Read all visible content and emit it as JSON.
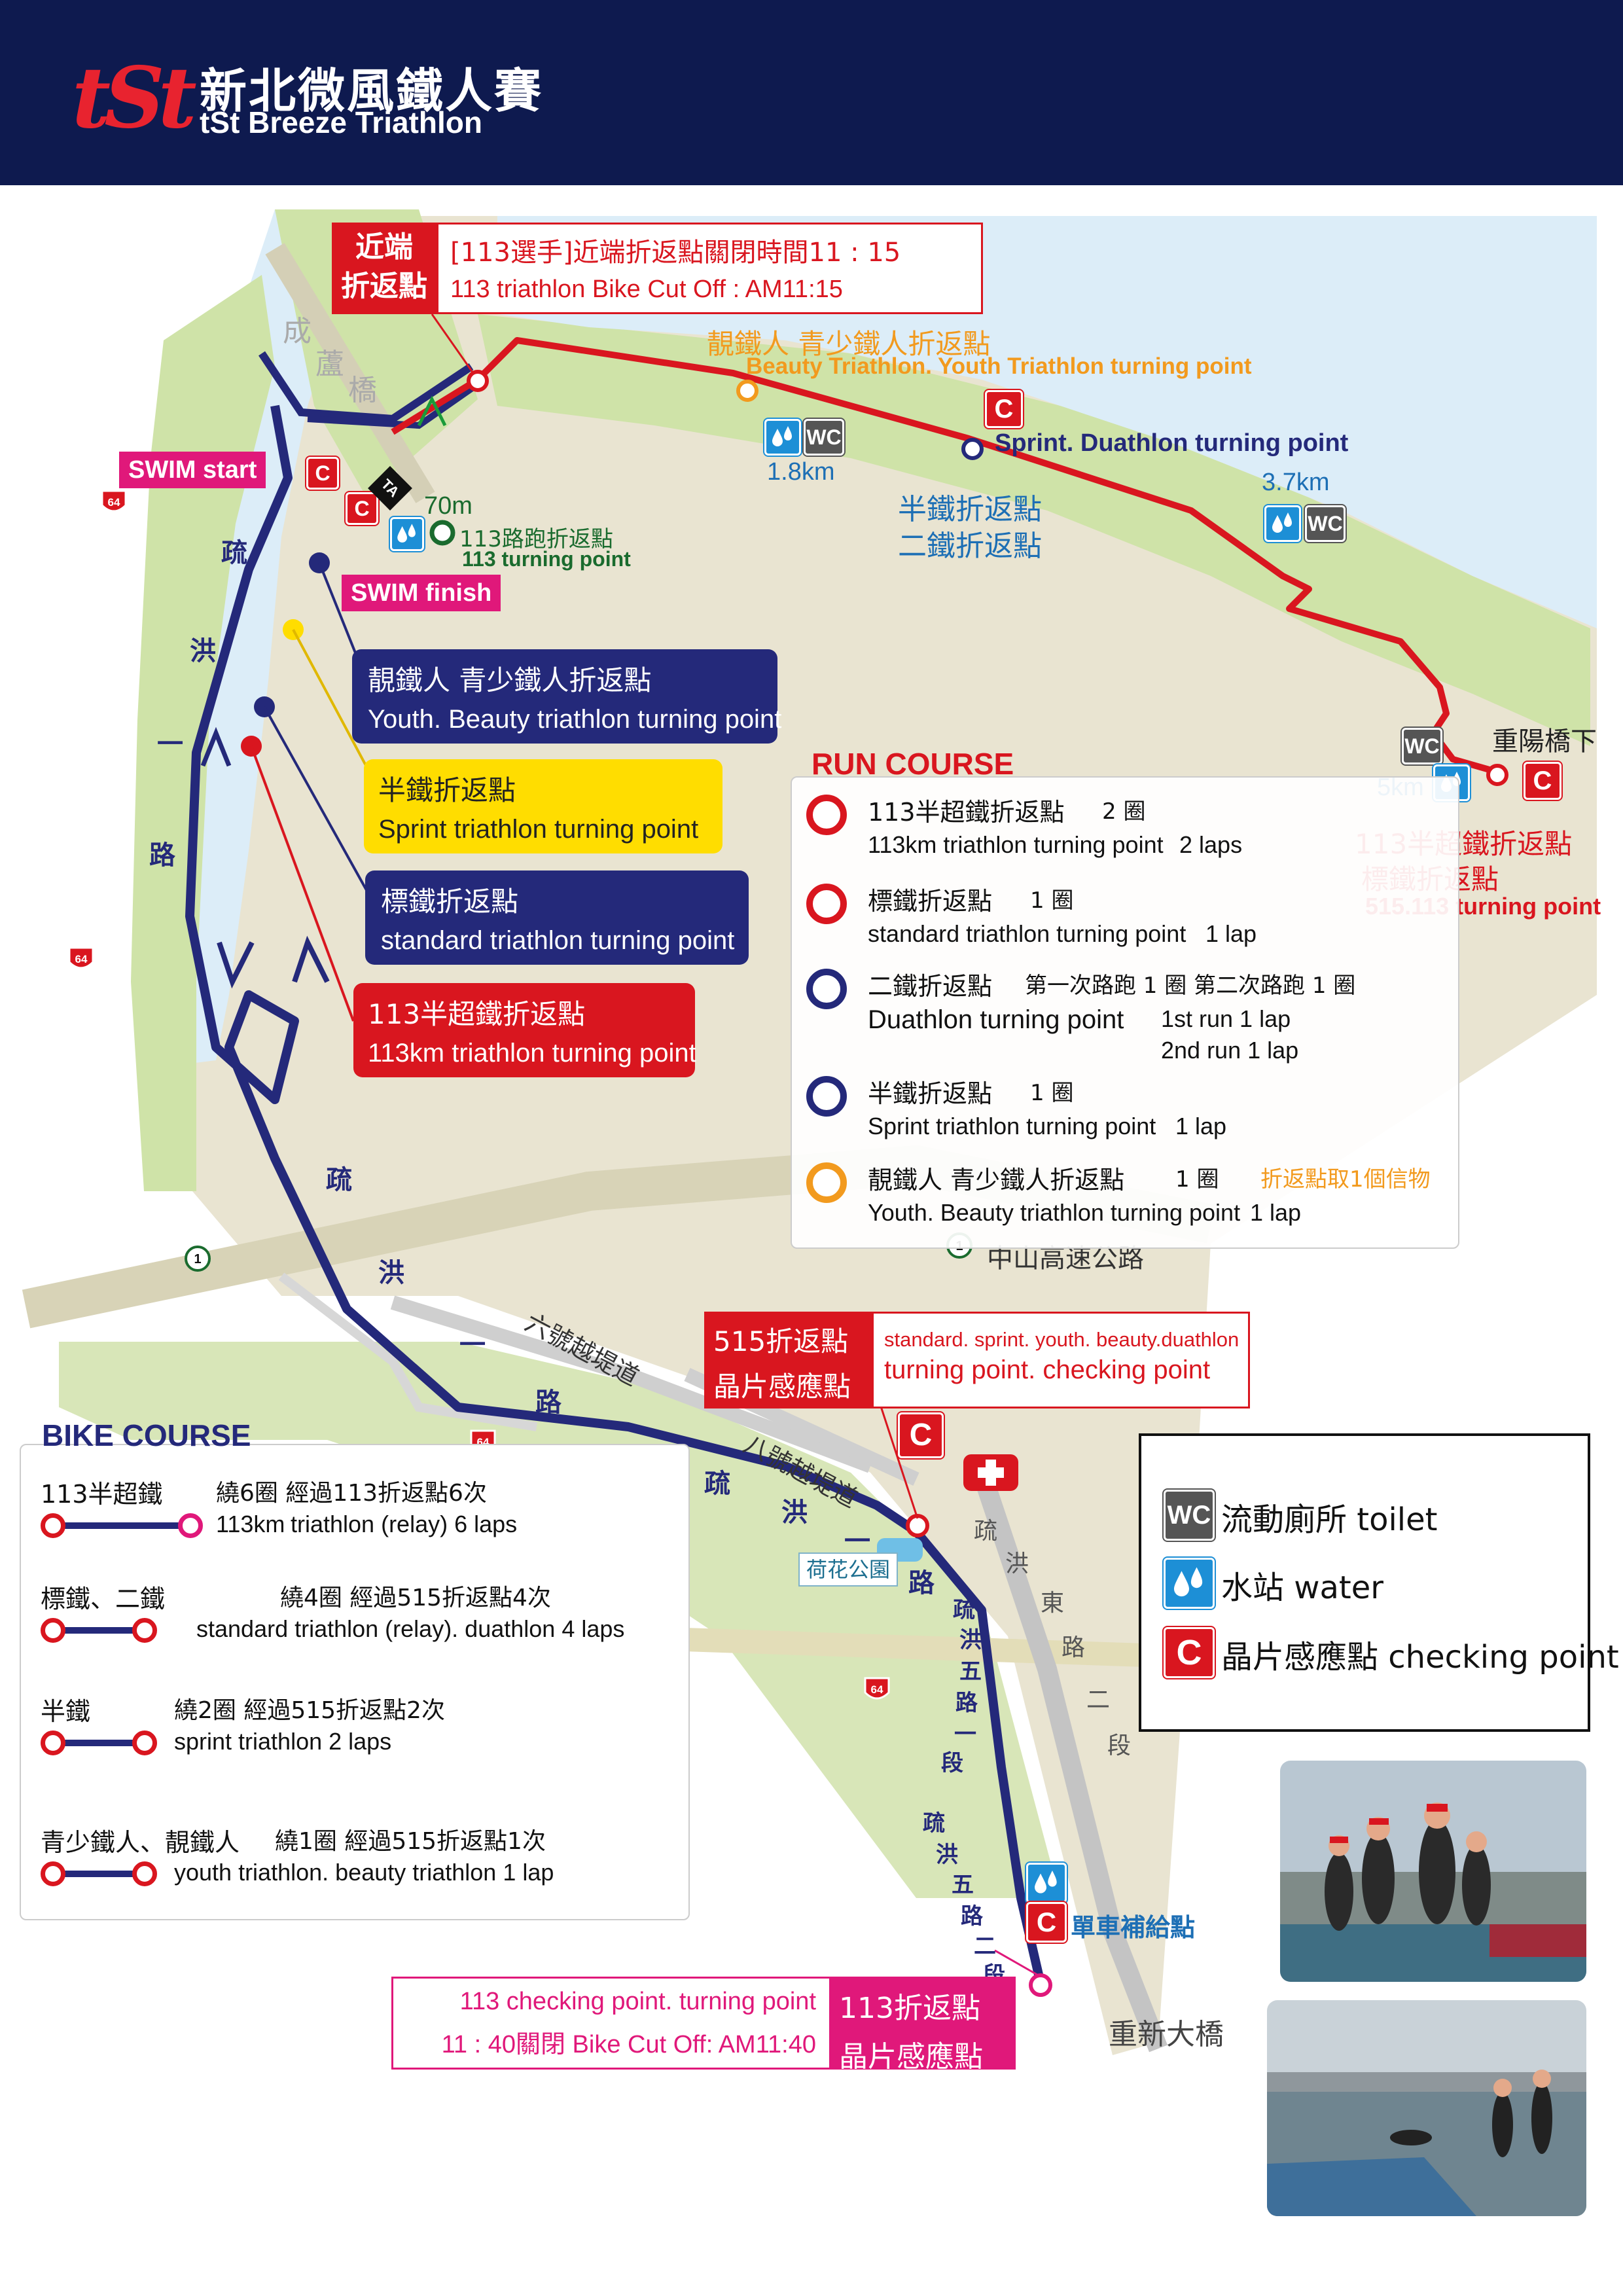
{
  "header": {
    "logo_text": "tSt",
    "title_zh": "新北微風鐵人賽",
    "title_en": "tSt Breeze Triathlon"
  },
  "colors": {
    "header_bg": "#0e1a4f",
    "bike_route": "#24297a",
    "run_route": "#d9161f",
    "orange": "#f29a1e",
    "yellow": "#ffdd00",
    "magenta": "#e0187a",
    "water": "#1d8fd6",
    "land": "#e8e3d0",
    "green": "#cfe3a8",
    "river": "#dbecf7"
  },
  "labels": {
    "near_turn_box": "近端\n折返點",
    "near_turn_zh": "[113選手]近端折返點關閉時間11 : 15",
    "near_turn_en": "113 triathlon Bike Cut Off : AM11:15",
    "beauty_zh": "靚鐵人  青少鐵人折返點",
    "beauty_en": "Beauty Triathlon. Youth Triathlon turning point",
    "sprint_duathlon": "Sprint. Duathlon turning point",
    "half_turn": "半鐵折返點",
    "duathlon_turn": "二鐵折返點",
    "km_1_8": "1.8km",
    "km_3_7": "3.7km",
    "km_5": "5km",
    "km_70m": "70m",
    "run113_zh": "113路跑折返點",
    "run113_en": "113 turning point",
    "swim_start": "SWIM start",
    "swim_finish": "SWIM finish",
    "ta": "TA",
    "bridge_chenglu": [
      "成",
      "蘆",
      "橋"
    ],
    "chongyang": "重陽橋下",
    "right_113_zh1": "113半超鐵折返點",
    "right_113_zh2": "標鐵折返點",
    "right_113_en": "515.113 turning point",
    "zhongshan": "中山高速公路",
    "liu_dike": "六號越堤道",
    "ba_dike": "八號越堤道",
    "lotus_park": "荷花公園",
    "shuhong_east": [
      "疏",
      "洪",
      "東",
      "路",
      "二",
      "段"
    ],
    "shuhong_5_1": [
      "疏",
      "洪",
      "五",
      "路",
      "一",
      "段"
    ],
    "shuhong_5_2": [
      "疏",
      "洪",
      "五",
      "路",
      "二",
      "段"
    ],
    "shuhong_1_upper": [
      "疏",
      "洪",
      "一",
      "路"
    ],
    "shuhong_1_mid": [
      "疏",
      "洪",
      "一",
      "路"
    ],
    "shuhong_1_lower": [
      "疏",
      "洪",
      "一",
      "路"
    ],
    "bike_supply": "單車補給點",
    "chongxin_bridge": "重新大橋",
    "hwy_64": "64",
    "hwy_1": "1"
  },
  "callouts": {
    "youth_beauty": {
      "zh": "靚鐵人  青少鐵人折返點",
      "en": "Youth. Beauty triathlon turning point"
    },
    "sprint": {
      "zh": "半鐵折返點",
      "en": "Sprint triathlon turning point"
    },
    "standard": {
      "zh": "標鐵折返點",
      "en": "standard triathlon turning point"
    },
    "km113": {
      "zh": "113半超鐵折返點",
      "en": "113km triathlon turning point"
    },
    "p515": {
      "zh1": "515折返點",
      "zh2": "晶片感應點",
      "en1": "standard. sprint. youth. beauty.duathlon",
      "en2": "turning point. checking point"
    },
    "p113": {
      "en1": "113 checking point. turning point",
      "en2": "11 : 40關閉  Bike Cut Off: AM11:40",
      "zh1": "113折返點",
      "zh2": "晶片感應點"
    }
  },
  "run_course": {
    "title": "RUN COURSE",
    "rows": [
      {
        "color": "#d9161f",
        "zh": "113半超鐵折返點",
        "zh_laps": "2 圈",
        "en": "113km triathlon turning point",
        "en_laps": "2 laps"
      },
      {
        "color": "#d9161f",
        "zh": "標鐵折返點",
        "zh_laps": "1 圈",
        "en": "standard triathlon turning point",
        "en_laps": "1 lap"
      },
      {
        "color": "#24297a",
        "zh": "二鐵折返點",
        "zh_laps": "第一次路跑   1 圈    第二次路跑   1 圈",
        "en": "Duathlon turning point",
        "en_laps": "1st run 1 lap",
        "en_laps2": "2nd run 1 lap"
      },
      {
        "color": "#24297a",
        "zh": "半鐵折返點",
        "zh_laps": "1 圈",
        "en": "Sprint triathlon turning point",
        "en_laps": "1 lap"
      },
      {
        "color": "#f29a1e",
        "zh": "靚鐵人  青少鐵人折返點",
        "zh_laps": "1 圈",
        "zh_note": "折返點取1個信物",
        "en": "Youth. Beauty triathlon turning point",
        "en_laps": "1 lap"
      }
    ]
  },
  "bike_course": {
    "title": "BIKE COURSE",
    "rows": [
      {
        "zh_name": "113半超鐵",
        "zh_desc": "繞6圈  經過113折返點6次",
        "en_name": "113km",
        "en_desc": "triathlon (relay)  6 laps"
      },
      {
        "zh_name": "標鐵、二鐵",
        "zh_desc": "繞4圈  經過515折返點4次",
        "en_name": "",
        "en_desc": "standard triathlon (relay). duathlon 4 laps"
      },
      {
        "zh_name": "半鐵",
        "zh_desc": "繞2圈  經過515折返點2次",
        "en_name": "",
        "en_desc": "sprint triathlon 2 laps"
      },
      {
        "zh_name": "青少鐵人、靚鐵人",
        "zh_desc": "繞1圈  經過515折返點1次",
        "en_name": "",
        "en_desc": "youth triathlon. beauty triathlon 1 lap"
      }
    ]
  },
  "legend": {
    "wc_icon": "WC",
    "wc": "流動廁所 toilet",
    "water": "水站 water",
    "c_icon": "C",
    "checkpoint": "晶片感應點 checking point"
  }
}
